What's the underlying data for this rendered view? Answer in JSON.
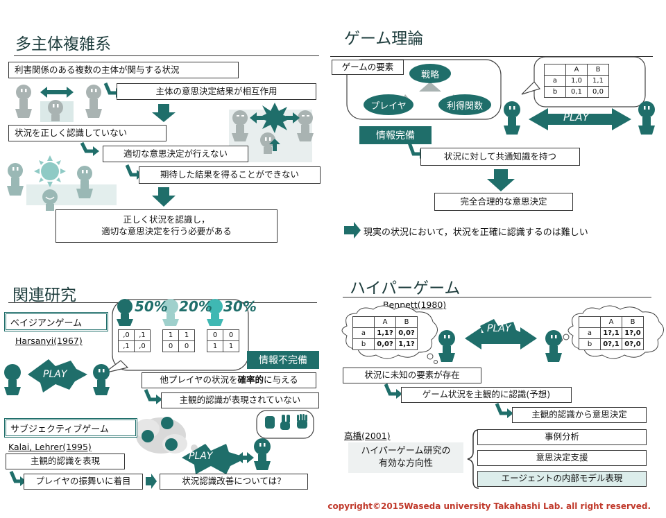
{
  "q1": {
    "title": "多主体複雑系",
    "b1": "利害関係のある複数の主体が関与する状況",
    "b2": "主体の意思決定結果が相互作用",
    "b3": "状況を正しく認識していない",
    "b4": "適切な意思決定が行えない",
    "b5": "期待した結果を得ることができない",
    "b6": "正しく状況を認識し，\n適切な意思決定を行う必要がある"
  },
  "q2": {
    "title": "ゲーム理論",
    "elements_label": "ゲームの要素",
    "strategy": "戦略",
    "player": "プレイヤ",
    "payoff": "利得関数",
    "info_complete": "情報完備",
    "common_knowledge": "状況に対して共通知識を持つ",
    "rational": "完全合理的な意思決定",
    "note": "現実の状況において，状況を正確に認識するのは難しい",
    "play": "PLAY",
    "matrix": {
      "header": [
        "",
        "A",
        "B"
      ],
      "rows": [
        [
          "a",
          "1,0",
          "1,1"
        ],
        [
          "b",
          "0,1",
          "0,0"
        ]
      ]
    }
  },
  "q3": {
    "title": "関連研究",
    "bayesian": "ベイジアンゲーム",
    "harsanyi": "Harsanyi(1967)",
    "pct1": "50%",
    "pct2": "20%",
    "pct3": "30%",
    "m1": [
      [
        ",0",
        ",1"
      ],
      [
        ",1",
        ",0"
      ]
    ],
    "m2": [
      [
        "1",
        "1"
      ],
      [
        "0",
        "0"
      ]
    ],
    "m3": [
      [
        "0",
        "0"
      ],
      [
        "1",
        "1"
      ]
    ],
    "incomplete": "情報不完備",
    "prob_pre": "他プレイヤの状況を",
    "prob_bold": "確率的",
    "prob_post": "に与える",
    "subjective_not": "主観的認識が表現されていない",
    "subjective_game": "サブジェクティブゲーム",
    "kalai": "Kalai, Lehrer(1995)",
    "subj_repr": "主観的認識を表現",
    "focus": "プレイヤの振舞いに着目",
    "improve": "状況認識改善については？",
    "play": "PLAY",
    "qmark": "?"
  },
  "q4": {
    "title": "ハイパーゲーム",
    "bennett": "Bennett(1980)",
    "play": "PLAY",
    "left_matrix": {
      "header": [
        "",
        "A",
        "B"
      ],
      "rows": [
        [
          "a",
          "1,1?",
          "0,0?"
        ],
        [
          "b",
          "0,0?",
          "1,1?"
        ]
      ]
    },
    "right_matrix": {
      "header": [
        "",
        "A",
        "B"
      ],
      "rows": [
        [
          "a",
          "1?,1",
          "1?,0"
        ],
        [
          "b",
          "0?,1",
          "0?,0"
        ]
      ]
    },
    "unknown": "状況に未知の要素が存在",
    "subjective": "ゲーム状況を主観的に認識(予想)",
    "decision": "主観的認識から意思決定",
    "takahashi": "高橋(2001)",
    "direction": "ハイパーゲーム研究の\n有効な方向性",
    "d1": "事例分析",
    "d2": "意思決定支援",
    "d3": "エージェントの内部モデル表現"
  },
  "copyright": "copyright©2015Waseda university Takahashi Lab. all right reserved.",
  "colors": {
    "teal": "#1f6e6a",
    "light_teal": "#9fd0cc",
    "grey": "#a9b3b2",
    "red": "#c0392b"
  }
}
